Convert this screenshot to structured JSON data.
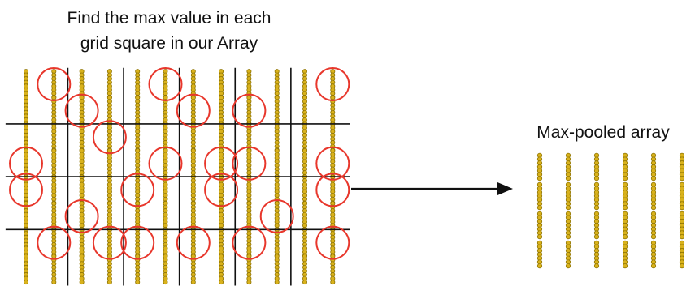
{
  "left_panel": {
    "title_line1": "Find the max value in each",
    "title_line2": "grid square in our Array",
    "grid_columns": 12,
    "grid_rows": 8,
    "pool_size": 2,
    "max_positions": [
      [
        0,
        1
      ],
      [
        0,
        5
      ],
      [
        0,
        11
      ],
      [
        1,
        2
      ],
      [
        1,
        6
      ],
      [
        1,
        8
      ],
      [
        2,
        3
      ],
      [
        3,
        0
      ],
      [
        3,
        5
      ],
      [
        3,
        7
      ],
      [
        3,
        8
      ],
      [
        3,
        11
      ],
      [
        4,
        0
      ],
      [
        4,
        4
      ],
      [
        4,
        7
      ],
      [
        4,
        11
      ],
      [
        5,
        2
      ],
      [
        5,
        9
      ],
      [
        6,
        1
      ],
      [
        6,
        3
      ],
      [
        6,
        4
      ],
      [
        6,
        6
      ],
      [
        6,
        8
      ],
      [
        6,
        11
      ]
    ]
  },
  "right_panel": {
    "title": "Max-pooled array",
    "columns": 6,
    "rows": 4
  },
  "colors": {
    "bead_fill": "#d9b21c",
    "bead_stroke": "#8f7400",
    "circle_stroke": "#e8372c",
    "grid_line": "#111111",
    "arrow": "#111111"
  },
  "icons": {
    "arrow": "arrow-right-icon",
    "cell": "bead-column-icon",
    "highlight": "red-circle-icon"
  }
}
